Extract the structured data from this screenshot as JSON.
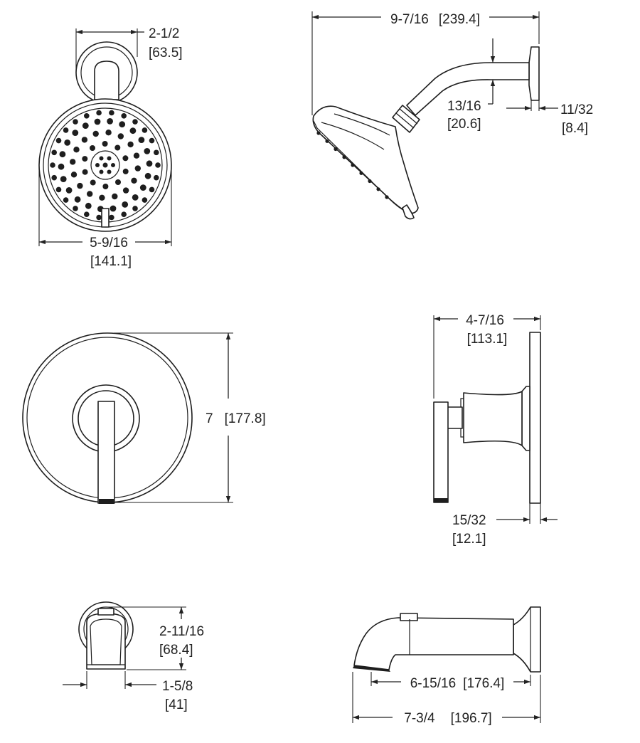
{
  "colors": {
    "line": "#1e1e1e",
    "background": "#ffffff"
  },
  "showerhead_front": {
    "arm_width": {
      "in": "2-1/2",
      "mm": "[63.5]"
    },
    "head_width": {
      "in": "5-9/16",
      "mm": "[141.1]"
    }
  },
  "showerhead_side": {
    "projection": {
      "in": "9-7/16",
      "mm": "[239.4]"
    },
    "arm_drop": {
      "in": "13/16",
      "mm": "[20.6]"
    },
    "flange_depth": {
      "in": "11/32",
      "mm": "[8.4]"
    }
  },
  "valve_trim_front": {
    "plate_diameter": {
      "in": "7",
      "mm": "[177.8]"
    }
  },
  "valve_trim_side": {
    "handle_projection": {
      "in": "4-7/16",
      "mm": "[113.1]"
    },
    "plate_thickness": {
      "in": "15/32",
      "mm": "[12.1]"
    }
  },
  "tub_spout_front": {
    "height": {
      "in": "2-11/16",
      "mm": "[68.4]"
    },
    "outlet_width": {
      "in": "1-5/8",
      "mm": "[41]"
    }
  },
  "tub_spout_side": {
    "spout_length": {
      "in": "6-15/16",
      "mm": "[176.4]"
    },
    "overall_length": {
      "in": "7-3/4",
      "mm": "[196.7]"
    }
  }
}
